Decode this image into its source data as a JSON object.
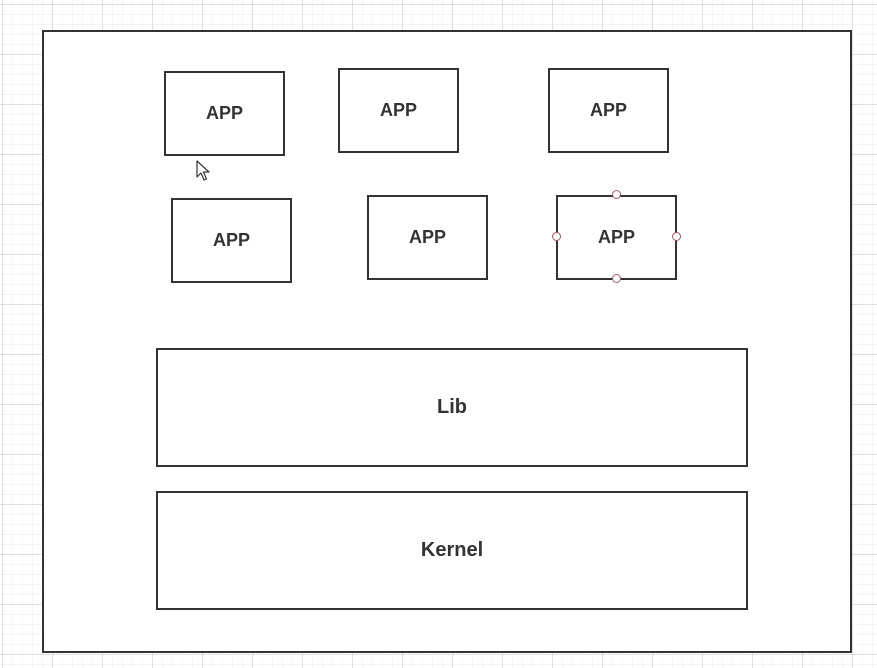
{
  "diagram": {
    "app_boxes": [
      {
        "label": "APP"
      },
      {
        "label": "APP"
      },
      {
        "label": "APP"
      },
      {
        "label": "APP"
      },
      {
        "label": "APP"
      },
      {
        "label": "APP",
        "selected": true
      }
    ],
    "lib_label": "Lib",
    "kernel_label": "Kernel"
  },
  "colors": {
    "stroke": "#333333",
    "selection_handle": "#a05a6a",
    "background": "#ffffff"
  },
  "icons": {
    "cursor": "arrow-pointer-icon"
  }
}
